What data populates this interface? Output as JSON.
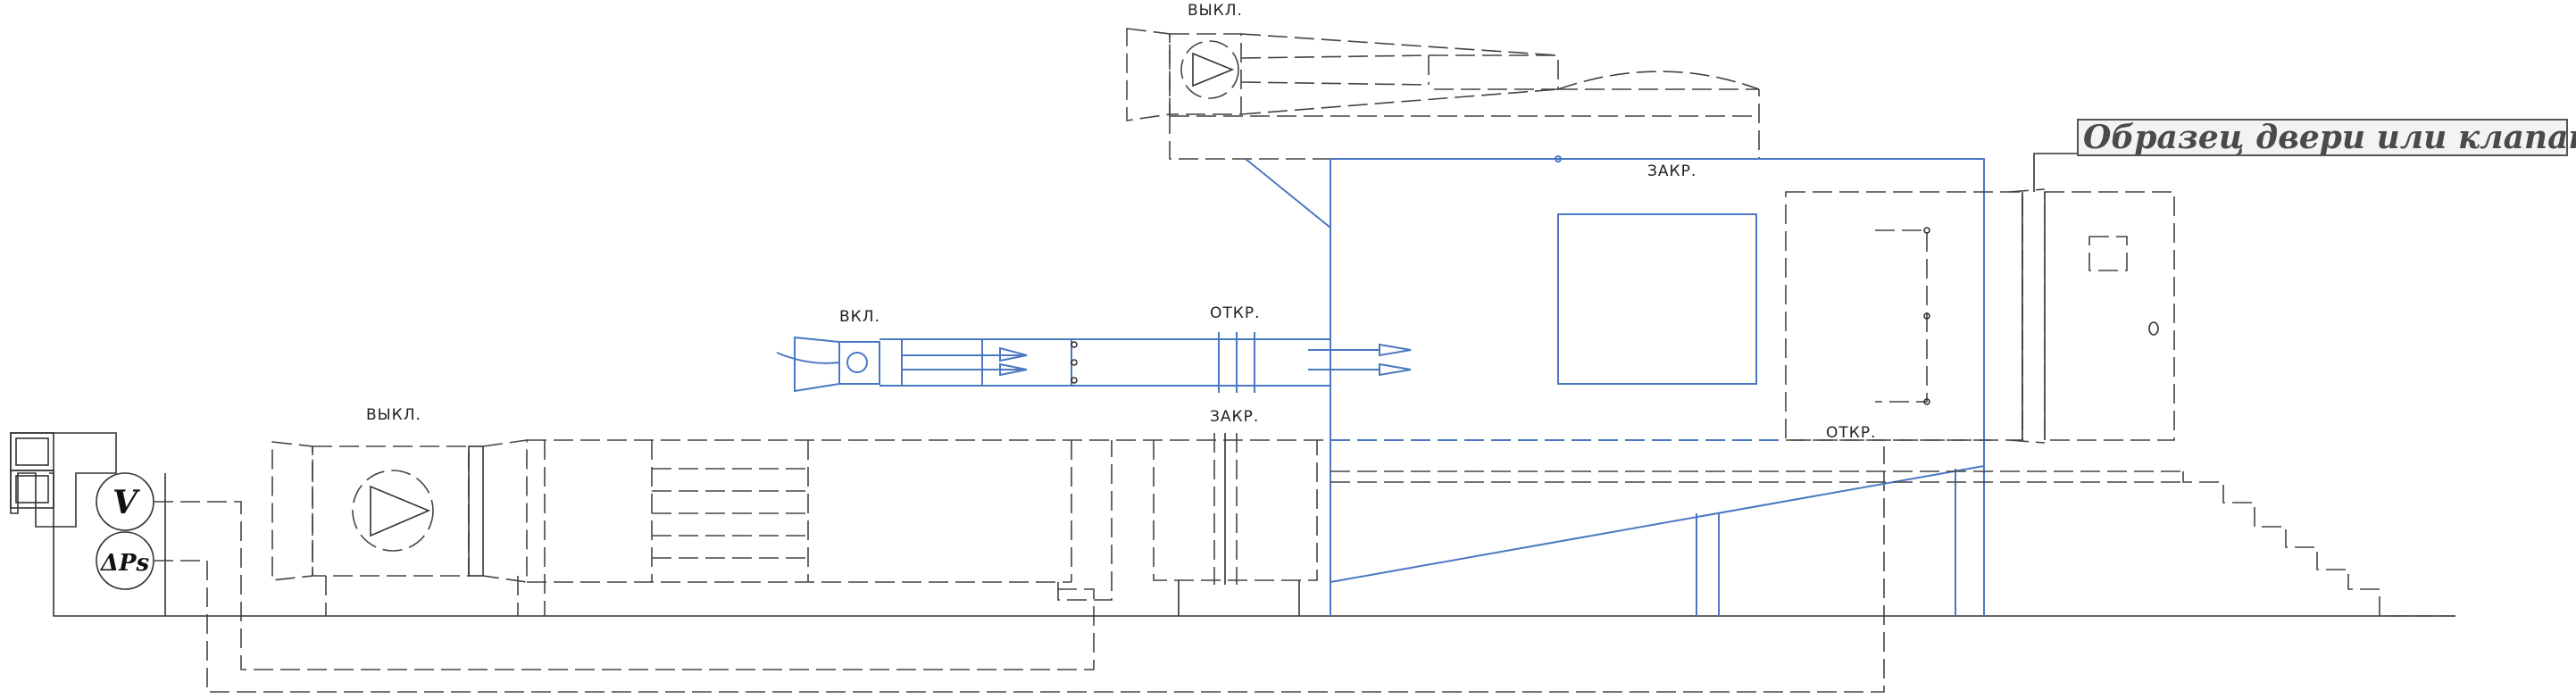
{
  "title": "Образец двери или клапана",
  "labels": {
    "fan_top_state": "ВЫКЛ.",
    "fan_left_state": "ВЫКЛ.",
    "fan_small_state": "ВКЛ.",
    "damper_top_state": "ЗАКР.",
    "damper_mid_state": "ЗАКР.",
    "damper_small_state": "ОТКР.",
    "door_state": "ОТКР."
  },
  "meters": {
    "flow": "V",
    "pressure": "ΔPs"
  },
  "colors": {
    "supply_lines": "#4a78c2",
    "equipment_lines": "#333333",
    "title": "#4a4a4a"
  }
}
